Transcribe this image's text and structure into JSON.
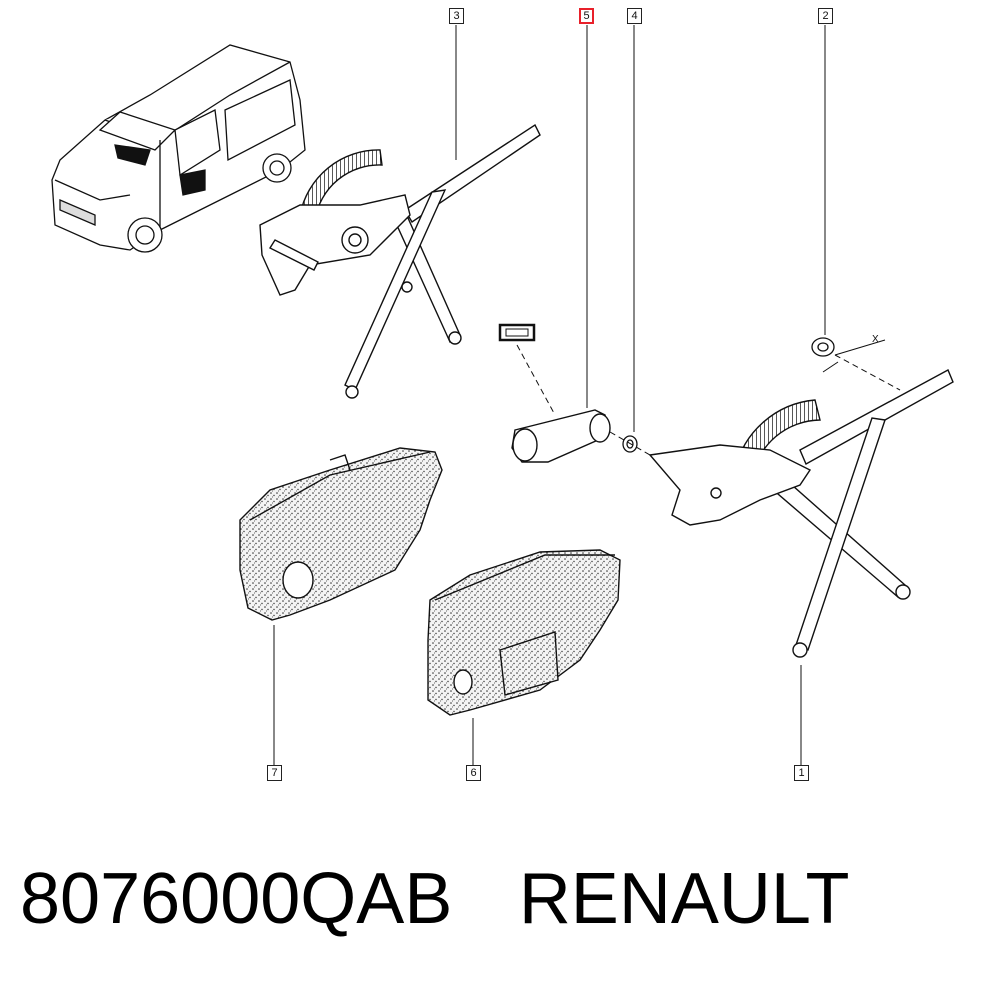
{
  "diagram": {
    "callouts": [
      "1",
      "2",
      "3",
      "4",
      "5",
      "6",
      "7"
    ],
    "highlighted_callout": "5",
    "axis_marker": "X",
    "accent_color": "#e8202a",
    "icons": [
      "van-icon",
      "window-regulator-icon",
      "crank-handle-icon",
      "bushing-icon",
      "clip-icon",
      "trim-pad-icon",
      "label-plate-icon"
    ]
  },
  "footer": {
    "part_number": "8076000QAB",
    "brand": "RENAULT"
  }
}
